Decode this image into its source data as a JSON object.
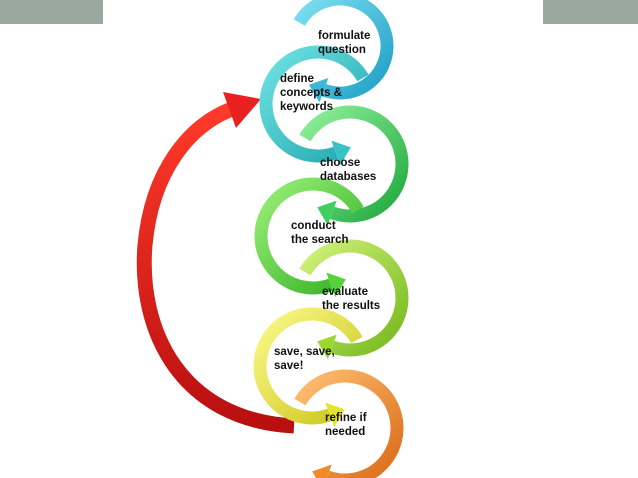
{
  "steps": [
    {
      "lines": [
        "formulate",
        "question"
      ],
      "color": "#3bb8d8"
    },
    {
      "lines": [
        "define",
        "concepts &",
        "keywords"
      ],
      "color": "#37c2c6"
    },
    {
      "lines": [
        "choose",
        "databases"
      ],
      "color": "#3fcf5e"
    },
    {
      "lines": [
        "conduct",
        "the search"
      ],
      "color": "#58d23a"
    },
    {
      "lines": [
        "evaluate",
        "the results"
      ],
      "color": "#9cd831"
    },
    {
      "lines": [
        "save, save,",
        "save!"
      ],
      "color": "#e4e52a"
    },
    {
      "lines": [
        "refine if",
        "needed"
      ],
      "color": "#f08a26"
    }
  ],
  "loop_arrow_color": "#e82020",
  "header_bar_color": "#9aa89f"
}
